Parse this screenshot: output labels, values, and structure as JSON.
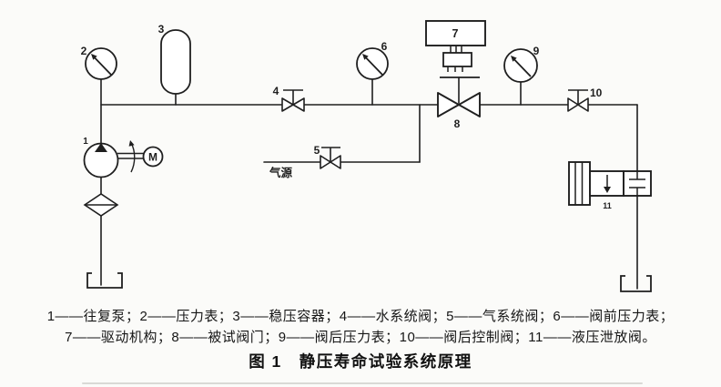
{
  "colors": {
    "ink": "#1f1f1f",
    "paper": "#fbfbf9"
  },
  "diagram": {
    "labels": {
      "n1": "1",
      "n2": "2",
      "n3": "3",
      "n4": "4",
      "n5": "5",
      "n6": "6",
      "n7": "7",
      "n8": "8",
      "n9": "9",
      "n10": "10",
      "n11": "11"
    },
    "motor_label": "M",
    "gas_source_label": "气源"
  },
  "legend": {
    "line1": "1——往复泵；2——压力表；3——稳压容器；4——水系统阀；5——气系统阀；6——阀前压力表；",
    "line2": "7——驱动机构；8——被试阀门；9——阀后压力表；10——阀后控制阀；11——液压泄放阀。"
  },
  "caption": "图 1　静压寿命试验系统原理"
}
